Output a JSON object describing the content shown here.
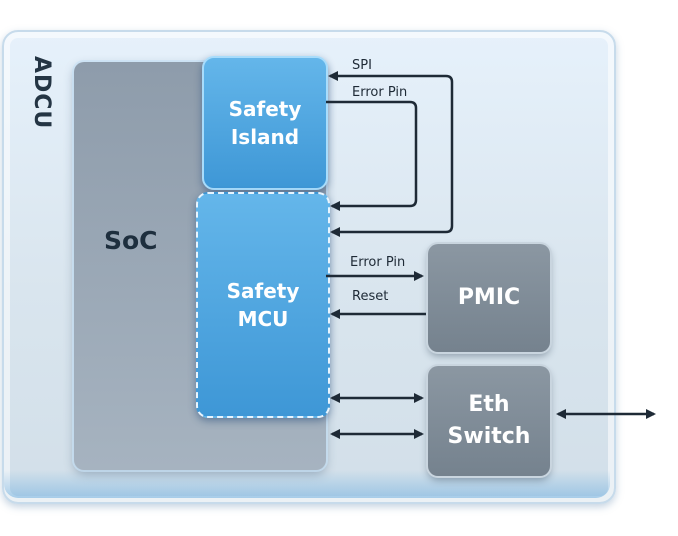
{
  "adcu": {
    "label": "ADCU"
  },
  "soc": {
    "label": "SoC"
  },
  "safety_island": {
    "line1": "Safety",
    "line2": "Island"
  },
  "safety_mcu": {
    "line1": "Safety",
    "line2": "MCU"
  },
  "pmic": {
    "label": "PMIC"
  },
  "eth_switch": {
    "line1": "Eth",
    "line2": "Switch"
  },
  "signals": {
    "spi": "SPI",
    "error_pin_island": "Error Pin",
    "error_pin_pmic": "Error Pin",
    "reset": "Reset"
  },
  "colors": {
    "safety_block": "#4ea6e0",
    "soc_block": "#9aa7b4",
    "peripheral_block": "#808c98",
    "wire": "#1e2a36"
  }
}
